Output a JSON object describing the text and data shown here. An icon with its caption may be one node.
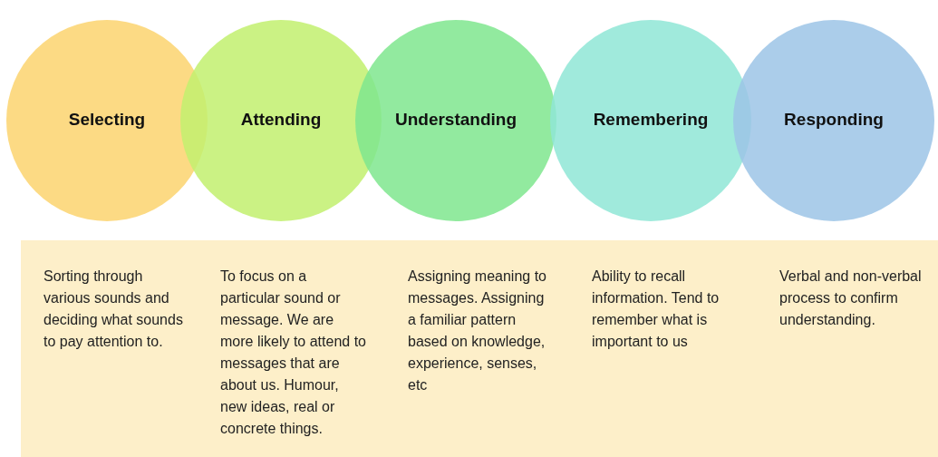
{
  "diagram": {
    "nodes": [
      {
        "text": [
          "Selecting"
        ]
      },
      {
        "text": [
          "Attending"
        ]
      },
      {
        "text": [
          "Understanding"
        ]
      },
      {
        "text": [
          "Remembering"
        ]
      },
      {
        "text": [
          "Responding"
        ]
      },
      {
        "text": [
          "Sorting through various sounds and deciding what sounds to pay attention to.",
          "To focus on a particular sound or message.  We are more likely to attend to messages that are about us.  Humour, new ideas, real or concrete things.",
          "Assigning meaning to messages. Assigning a familiar pattern based on knowledge, experience, senses, etc",
          "Ability to recall information. Tend to remember what is important to us",
          "Verbal and non-verbal process to confirm understanding."
        ]
      }
    ]
  }
}
